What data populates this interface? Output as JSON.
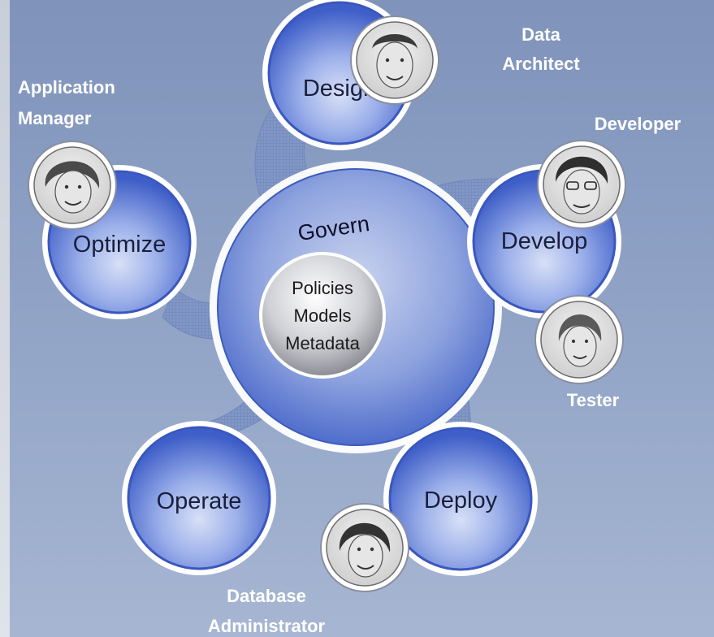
{
  "diagram": {
    "center": {
      "title": "Govern",
      "core_lines": [
        "Policies",
        "Models",
        "Metadata"
      ]
    },
    "stages": {
      "design": "Design",
      "develop": "Develop",
      "deploy": "Deploy",
      "operate": "Operate",
      "optimize": "Optimize"
    },
    "roles": {
      "data_architect": [
        "Data",
        "Architect"
      ],
      "application_manager": [
        "Application",
        "Manager"
      ],
      "developer": "Developer",
      "tester": "Tester",
      "database_administrator": [
        "Database",
        "Administrator"
      ]
    }
  },
  "colors": {
    "background": "#8da0c4",
    "stage_fill": "#5f7ed8",
    "arm_fill": "#7f95c2",
    "core_fill": "#cfcfd3"
  }
}
